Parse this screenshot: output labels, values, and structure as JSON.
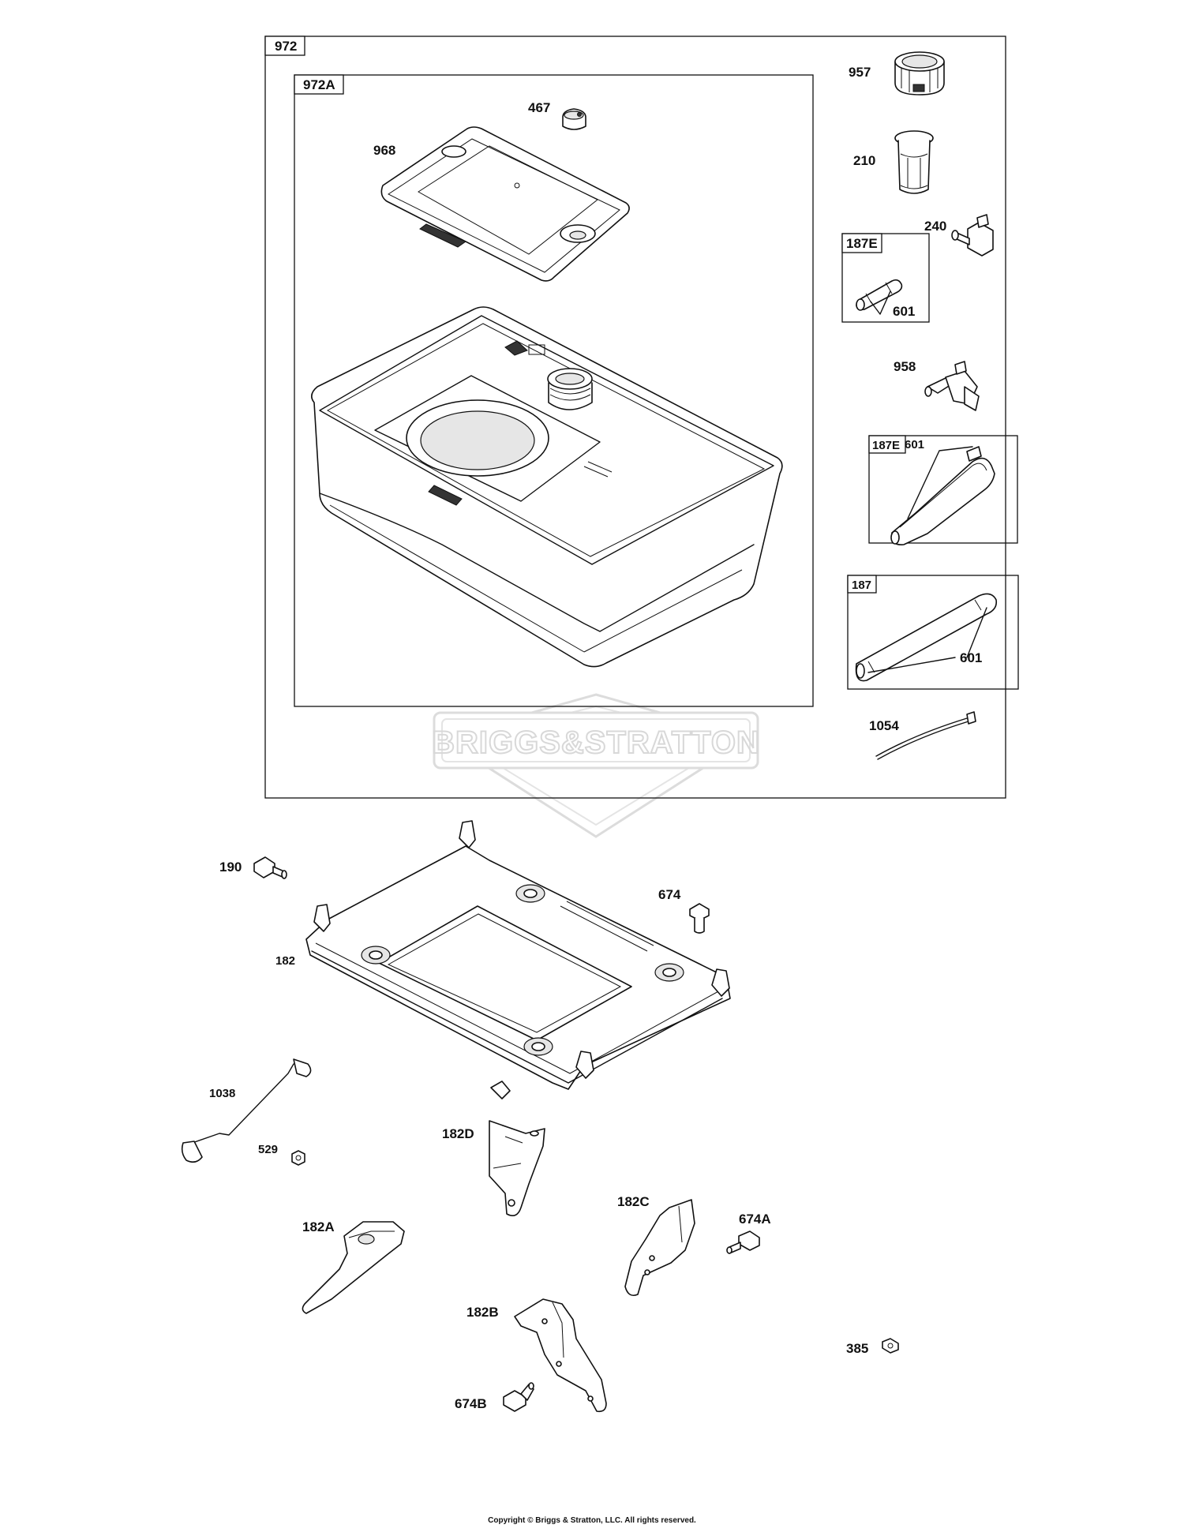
{
  "groups": {
    "g972": "972",
    "g972a": "972A",
    "g187e_top": "187E",
    "g187e_mid": "187E",
    "g187": "187"
  },
  "labels": {
    "p957": "957",
    "p467": "467",
    "p968": "968",
    "p210": "210",
    "p240": "240",
    "p601_a": "601",
    "p958": "958",
    "p601_b": "601",
    "p601_c": "601",
    "p1054": "1054",
    "p190": "190",
    "p674": "674",
    "p182": "182",
    "p1038": "1038",
    "p529": "529",
    "p182d": "182D",
    "p182c": "182C",
    "p674a": "674A",
    "p182a": "182A",
    "p182b": "182B",
    "p385": "385",
    "p674b": "674B"
  },
  "watermark": "BRIGGS&STRATTON",
  "copyright": "Copyright © Briggs & Stratton, LLC. All rights reserved."
}
